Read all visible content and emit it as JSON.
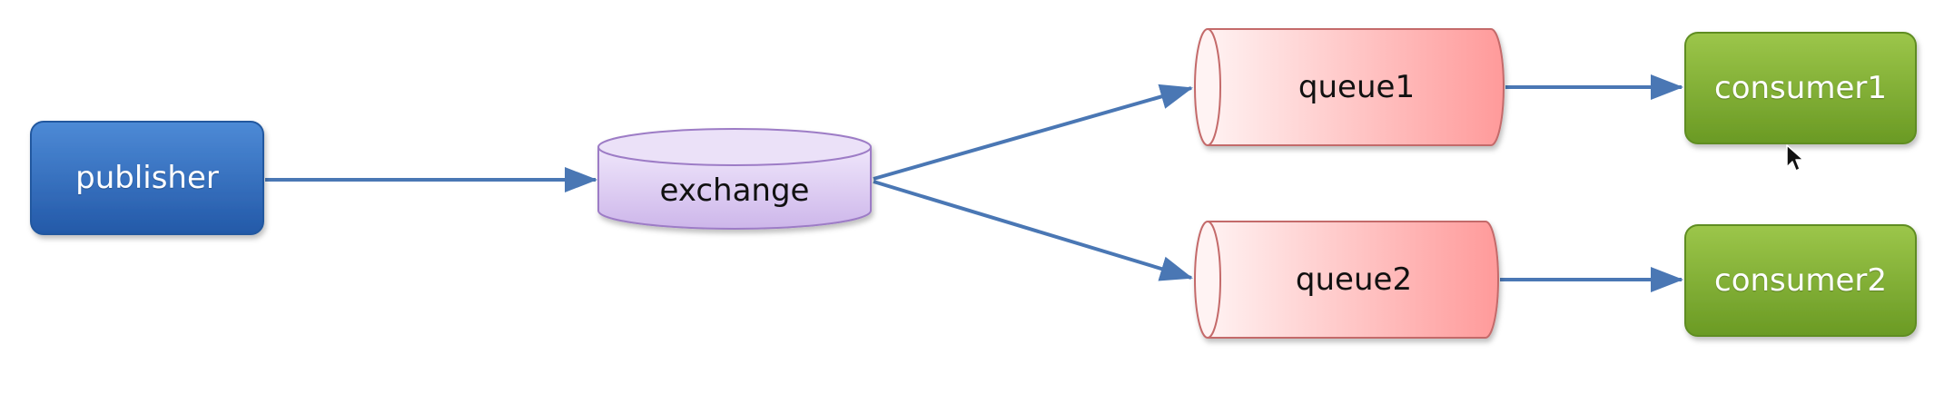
{
  "diagram": {
    "nodes": {
      "publisher": {
        "label": "publisher"
      },
      "exchange": {
        "label": "exchange"
      },
      "queue1": {
        "label": "queue1"
      },
      "queue2": {
        "label": "queue2"
      },
      "consumer1": {
        "label": "consumer1"
      },
      "consumer2": {
        "label": "consumer2"
      }
    },
    "edges": [
      {
        "from": "publisher",
        "to": "exchange"
      },
      {
        "from": "exchange",
        "to": "queue1"
      },
      {
        "from": "exchange",
        "to": "queue2"
      },
      {
        "from": "queue1",
        "to": "consumer1"
      },
      {
        "from": "queue2",
        "to": "consumer2"
      }
    ]
  },
  "colors": {
    "publisher": "#2e69b8",
    "exchange": "#d9c9ee",
    "queue": "#ff9e9e",
    "consumer": "#7aa82e",
    "arrow": "#4a77b4"
  },
  "cursor": {
    "icon": "mouse-pointer-icon"
  }
}
